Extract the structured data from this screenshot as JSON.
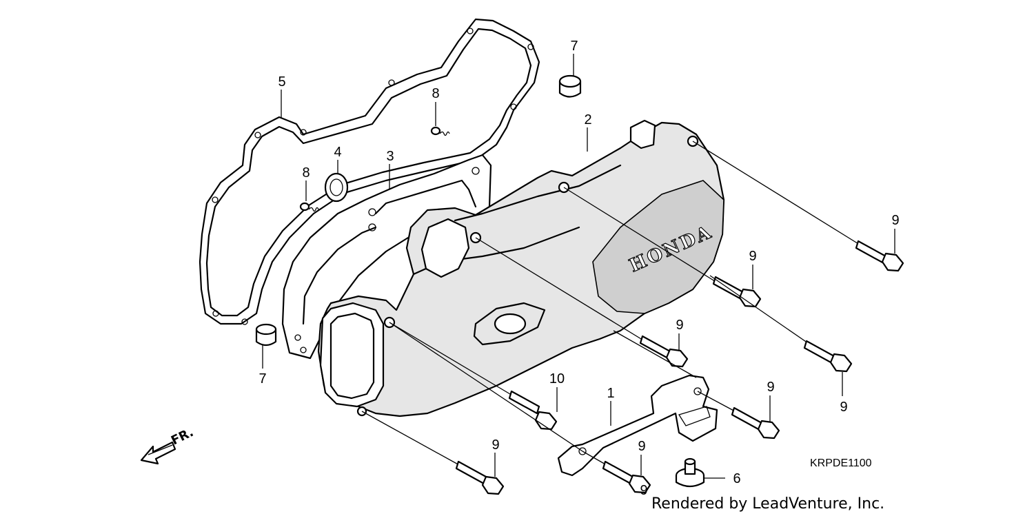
{
  "diagram": {
    "callouts": {
      "c1": "1",
      "c2": "2",
      "c3": "3",
      "c4": "4",
      "c5": "5",
      "c6": "6",
      "c7a": "7",
      "c7b": "7",
      "c8a": "8",
      "c8b": "8",
      "c9a": "9",
      "c9b": "9",
      "c9c": "9",
      "c9d": "9",
      "c9e": "9",
      "c9f": "9",
      "c9g": "9",
      "c9h": "9",
      "c10": "10"
    },
    "brand_text": "HONDA",
    "front_label": "FR.",
    "diagram_code": "KRPDE1100",
    "credit": "Rendered by LeadVenture, Inc."
  }
}
